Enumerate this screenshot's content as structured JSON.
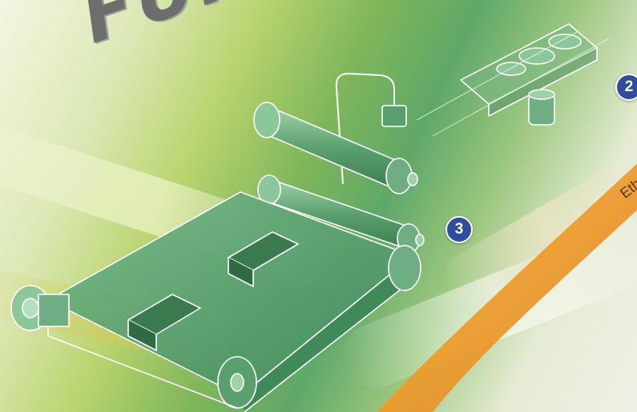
{
  "heading": {
    "text": "FUNCT"
  },
  "callouts": [
    {
      "number": "2"
    },
    {
      "number": "3"
    }
  ],
  "cable": {
    "label": "Eth",
    "color": "#ee9a2b"
  },
  "colors": {
    "belt": "#5aa06e",
    "callout": "#2f4d9a",
    "outline": "#ffffff"
  },
  "icons": [
    "conveyor-belt-icon",
    "roller-icon",
    "stamp-press-icon",
    "sensor-icon",
    "circuit-board-icon"
  ]
}
